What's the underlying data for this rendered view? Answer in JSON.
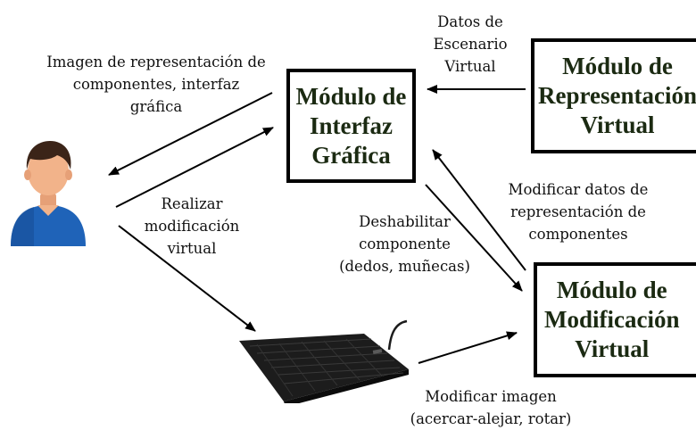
{
  "modules": {
    "interfaz": "Módulo de\nInterfaz\nGráfica",
    "representacion": "Módulo de\nRepresentación\nVirtual",
    "modificacion": "Módulo de\nModificación\nVirtual"
  },
  "labels": {
    "imagen_representacion": "Imagen de representación de\ncomponentes, interfaz\ngráfica",
    "datos_escenario": "Datos de\nEscenario\nVirtual",
    "realizar_modificacion": "Realizar\nmodificación\nvirtual",
    "modificar_datos": "Modificar datos de\nrepresentación de\ncomponentes",
    "deshabilitar": "Deshabilitar\ncomponente\n(dedos, muñecas)",
    "modificar_imagen": "Modificar imagen\n(acercar-alejar, rotar)"
  },
  "colors": {
    "box_border": "#000000",
    "box_text": "#1b2a12",
    "user_shirt": "#1f63b8",
    "user_skin": "#f2b38a",
    "user_hair": "#3b2418",
    "keyboard": "#1c1c1c"
  },
  "icons": {
    "user": "user-avatar-icon",
    "keyboard": "keyboard-icon"
  }
}
